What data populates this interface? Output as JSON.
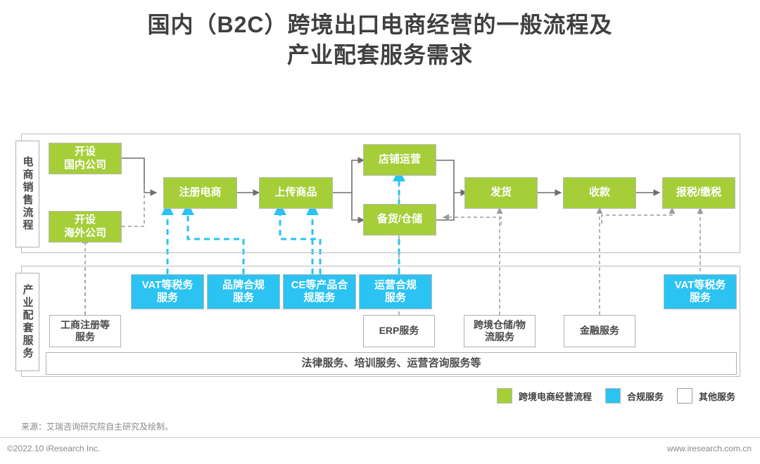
{
  "title": {
    "line1": "国内（B2C）跨境出口电商经营的一般流程及",
    "line2": "产业配套服务需求"
  },
  "sections": {
    "flow_label": "电商销售流程",
    "service_label": "产业配套服务"
  },
  "flow_boxes": {
    "setup_domestic": "开设\n国内公司",
    "setup_domestic_l1": "开设",
    "setup_domestic_l2": "国内公司",
    "setup_overseas_l1": "开设",
    "setup_overseas_l2": "海外公司",
    "register": "注册电商",
    "upload": "上传商品",
    "store_ops": "店铺运营",
    "stock": "备货/仓储",
    "ship": "发货",
    "collect": "收款",
    "tax": "报税/缴税"
  },
  "service_boxes": {
    "vat_left_l1": "VAT等税务",
    "vat_left_l2": "服务",
    "brand_l1": "品牌合规",
    "brand_l2": "服务",
    "ce_l1": "CE等产品合",
    "ce_l2": "规服务",
    "ops_l1": "运营合规",
    "ops_l2": "服务",
    "vat_right_l1": "VAT等税务",
    "vat_right_l2": "服务",
    "biz_reg_l1": "工商注册等",
    "biz_reg_l2": "服务",
    "erp": "ERP服务",
    "logistics_l1": "跨境仓储/物",
    "logistics_l2": "流服务",
    "finance": "金融服务",
    "bottom_bar": "法律服务、培训服务、运营咨询服务等"
  },
  "legend": {
    "items": [
      {
        "swatch": "green",
        "label": "跨境电商经营流程"
      },
      {
        "swatch": "blue",
        "label": "合规服务"
      },
      {
        "swatch": "white",
        "label": "其他服务"
      }
    ]
  },
  "footer": {
    "source": "来源：艾瑞咨询研究院自主研究及绘制。",
    "copyright": "©2022.10 iResearch Inc.",
    "website": "www.iresearch.com.cn"
  },
  "colors": {
    "green": "#a5ce39",
    "blue": "#2bc3f1",
    "text_dark": "#3f3f3f",
    "arrow_gray": "#6e6e6e",
    "dashed_gray": "#9a9a9a",
    "frame_gray": "#bdbdbd"
  }
}
